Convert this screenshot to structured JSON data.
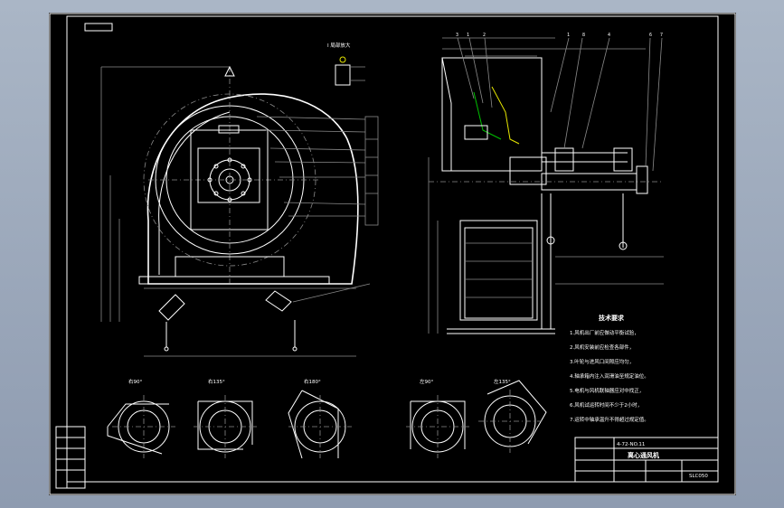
{
  "drawing": {
    "title_block": {
      "title": "离心通风机",
      "drawing_no": "SLC050",
      "model_line": "4-72-NO.11"
    },
    "tech_requirements_heading": "技术要求",
    "tech_requirements": [
      "1.风机出厂前应做动平衡试验，",
      "2.风机安装前应检查各部件，",
      "3.叶轮与进风口间隙应均匀，",
      "4.轴承箱内注入润滑油至规定油位。",
      "5.电机与风机联轴器应对中找正，",
      "6.风机试运转时间不少于2小时，",
      "7.运转中轴承温升不得超过规定值。"
    ],
    "view_labels": {
      "section_label": "I 局部放大",
      "views": [
        "右90°",
        "右135°",
        "右180°",
        "左90°",
        "左135°"
      ]
    },
    "part_numbers": [
      "3",
      "1",
      "2",
      "1",
      "8",
      "4",
      "6",
      "7"
    ]
  }
}
